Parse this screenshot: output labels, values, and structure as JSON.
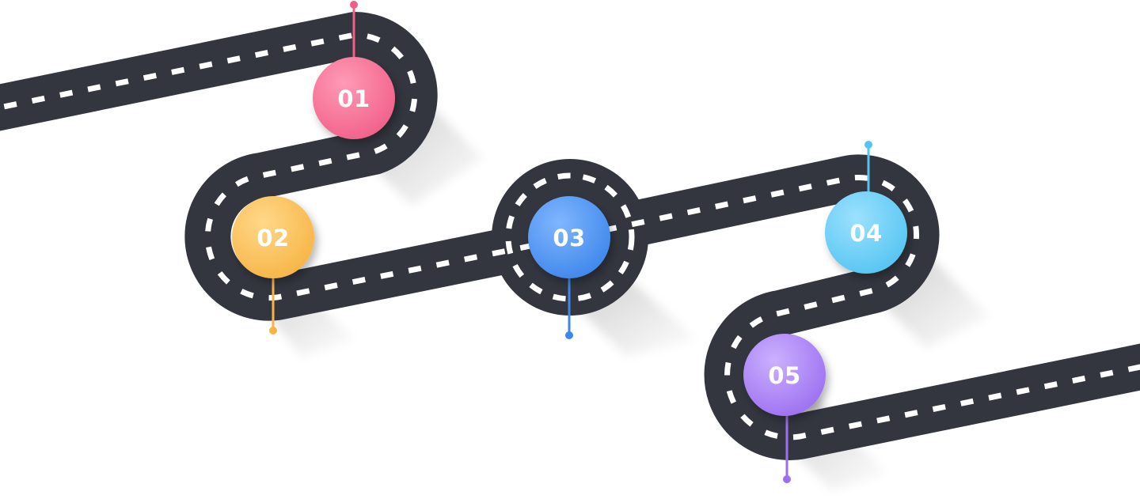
{
  "roadmap": {
    "road_color": "#33363f",
    "road_edge_color": "#2a2d35",
    "lane_marking_color": "#ffffff",
    "milestones": [
      {
        "label": "01",
        "color": "#f15f87",
        "color_light": "#ff9ab6"
      },
      {
        "label": "02",
        "color": "#f7b445",
        "color_light": "#ffd889"
      },
      {
        "label": "03",
        "color": "#3e86ea",
        "color_light": "#7fb6ff"
      },
      {
        "label": "04",
        "color": "#55c4f1",
        "color_light": "#9be1ff"
      },
      {
        "label": "05",
        "color": "#9c6ff0",
        "color_light": "#cbb0ff"
      }
    ]
  }
}
